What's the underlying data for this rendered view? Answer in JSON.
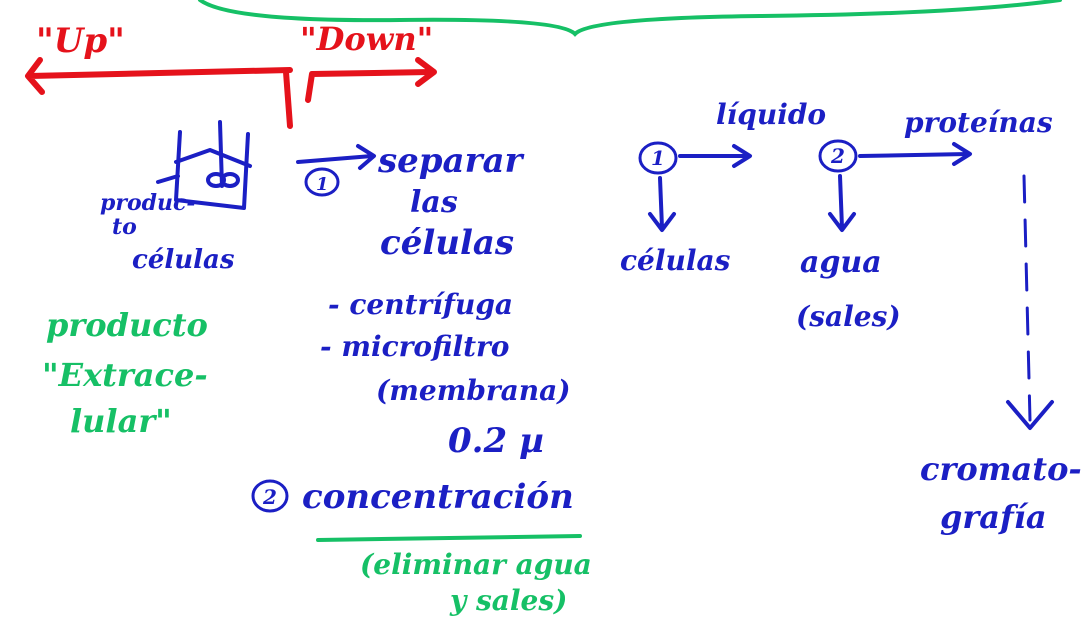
{
  "colors": {
    "blue_ink": "#1b1fc4",
    "red_ink": "#e5121b",
    "green_ink": "#16c066"
  },
  "header": {
    "up_label": "\"Up\"",
    "down_label": "\"Down\""
  },
  "left": {
    "vessel_product_line1": "produc-",
    "vessel_product_line2": "to",
    "cells_label": "células",
    "product_type_line1": "producto",
    "product_type_line2": "\"Extrace-",
    "product_type_line3": "lular\""
  },
  "center": {
    "step1_number": "1",
    "step1_line1": "separar",
    "step1_line2": "las",
    "step1_line3": "células",
    "method1": "- centrífuga",
    "method2": "- microfiltro",
    "method2_detail": "(membrana)",
    "pore_size": "0.2 µ",
    "step2_number": "2",
    "step2_label": "concentración",
    "step2_note_line1": "(eliminar agua",
    "step2_note_line2": "y sales)"
  },
  "right": {
    "node1": "1",
    "liquid_label": "líquido",
    "cells_out": "células",
    "node2": "2",
    "water_label": "agua",
    "salts_label": "(sales)",
    "proteins_label": "proteínas",
    "chromatography_line1": "cromato-",
    "chromatography_line2": "grafía"
  }
}
